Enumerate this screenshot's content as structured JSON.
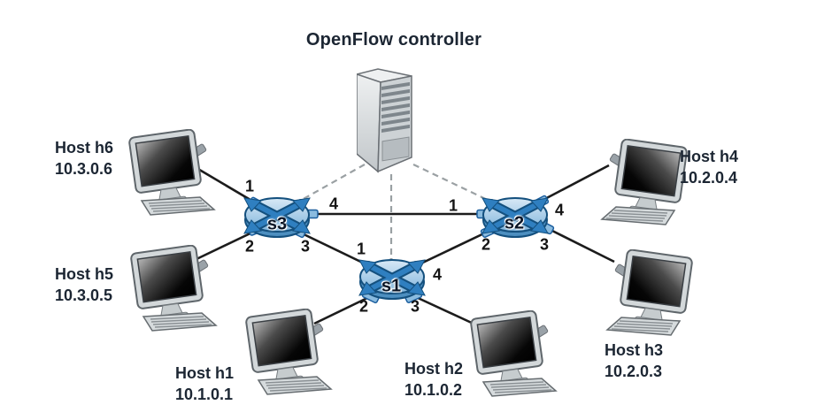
{
  "title": "OpenFlow controller",
  "controller": {
    "label": "OpenFlow controller",
    "icon": "server-tower-icon"
  },
  "switches": [
    {
      "id": "s1",
      "label": "s1",
      "ports": [
        {
          "number": "1",
          "connects_to": "s3"
        },
        {
          "number": "2",
          "connects_to": "h1"
        },
        {
          "number": "3",
          "connects_to": "h2"
        },
        {
          "number": "4",
          "connects_to": "s2"
        }
      ]
    },
    {
      "id": "s2",
      "label": "s2",
      "ports": [
        {
          "number": "1",
          "connects_to": "s3"
        },
        {
          "number": "2",
          "connects_to": "s1"
        },
        {
          "number": "3",
          "connects_to": "h3"
        },
        {
          "number": "4",
          "connects_to": "h4"
        }
      ]
    },
    {
      "id": "s3",
      "label": "s3",
      "ports": [
        {
          "number": "1",
          "connects_to": "h6"
        },
        {
          "number": "2",
          "connects_to": "h5"
        },
        {
          "number": "3",
          "connects_to": "s1"
        },
        {
          "number": "4",
          "connects_to": "s2"
        }
      ]
    }
  ],
  "hosts": [
    {
      "id": "h1",
      "label": "Host h1",
      "ip": "10.1.0.1"
    },
    {
      "id": "h2",
      "label": "Host h2",
      "ip": "10.1.0.2"
    },
    {
      "id": "h3",
      "label": "Host h3",
      "ip": "10.2.0.3"
    },
    {
      "id": "h4",
      "label": "Host h4",
      "ip": "10.2.0.4"
    },
    {
      "id": "h5",
      "label": "Host h5",
      "ip": "10.3.0.5"
    },
    {
      "id": "h6",
      "label": "Host h6",
      "ip": "10.3.0.6"
    }
  ],
  "links": {
    "solid": [
      "h6 - s3:1",
      "h5 - s3:2",
      "s3:4 - s2:1",
      "s3:3 - s1:1",
      "s2:2 - s1:4",
      "s2:4 - h4",
      "s2:3 - h3",
      "s1:2 - h1",
      "s1:3 - h2"
    ],
    "dashed": [
      "controller - s3",
      "controller - s1",
      "controller - s2"
    ]
  },
  "colors": {
    "link": "#1c1c1c",
    "control_link": "#9aa0a3",
    "switch_fill": "#7fb4dc",
    "switch_stroke": "#14507e",
    "text": "#1c2633"
  }
}
